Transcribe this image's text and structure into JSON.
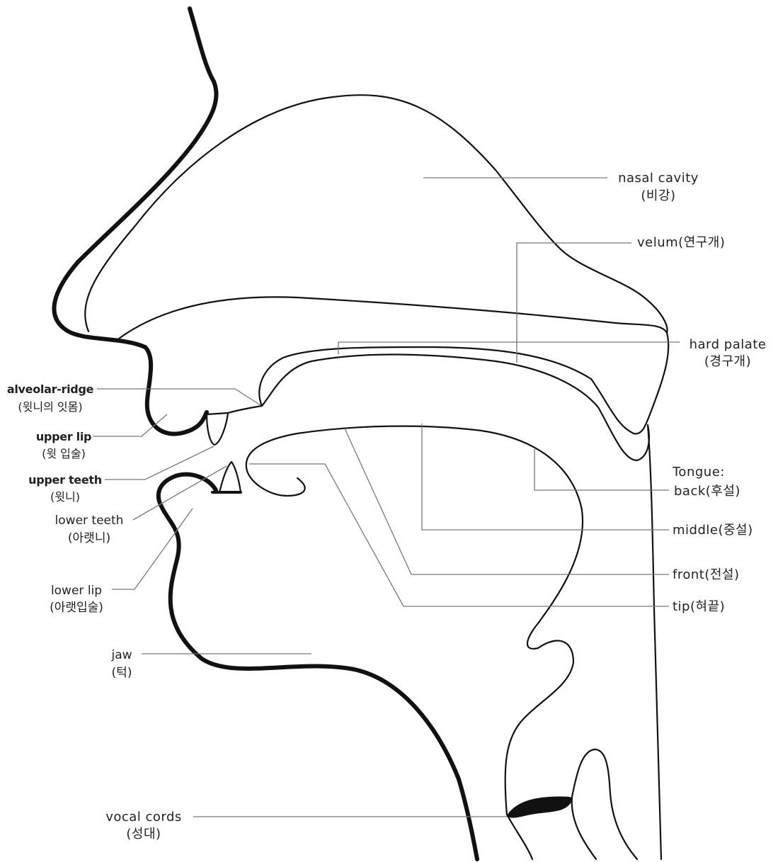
{
  "labels": {
    "nasal_cavity": {
      "en": "nasal cavity",
      "ko": "(비강)"
    },
    "velum": {
      "text": "velum(연구개)"
    },
    "hard_palate": {
      "en": "hard palate",
      "ko": "(경구개)"
    },
    "alveolar_ridge": {
      "en": "alveolar-ridge",
      "ko": "(윗니의 잇몸)"
    },
    "upper_lip": {
      "en": "upper lip",
      "ko": "(윗 입술)"
    },
    "upper_teeth": {
      "en": "upper teeth",
      "ko": "(윗니)"
    },
    "lower_teeth": {
      "en": "lower teeth",
      "ko": "(아랫니)"
    },
    "lower_lip": {
      "en": "lower lip",
      "ko": "(아랫입술)"
    },
    "jaw": {
      "en": "jaw",
      "ko": "(턱)"
    },
    "vocal_cords": {
      "en": "vocal cords",
      "ko": "(성대)"
    },
    "tongue": {
      "title": "Tongue:",
      "back": "back(후설)",
      "middle": "middle(중설)",
      "front": "front(전설)",
      "tip": "tip(혀끝)"
    }
  },
  "colors": {
    "outline": "#111111",
    "leader_line": "#777777",
    "text": "#222222"
  }
}
